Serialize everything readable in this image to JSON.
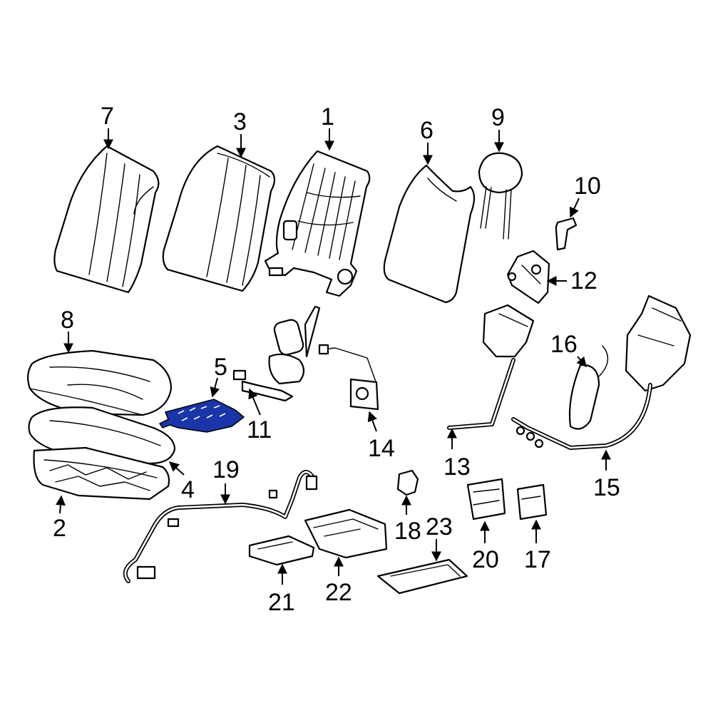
{
  "highlight_color": "#1a35a8",
  "line_color": "#000000",
  "background_color": "#ffffff",
  "highlighted_callout": "5",
  "callouts": [
    "1",
    "2",
    "3",
    "4",
    "5",
    "6",
    "7",
    "8",
    "9",
    "10",
    "11",
    "12",
    "13",
    "14",
    "15",
    "16",
    "17",
    "18",
    "19",
    "20",
    "21",
    "22",
    "23"
  ]
}
